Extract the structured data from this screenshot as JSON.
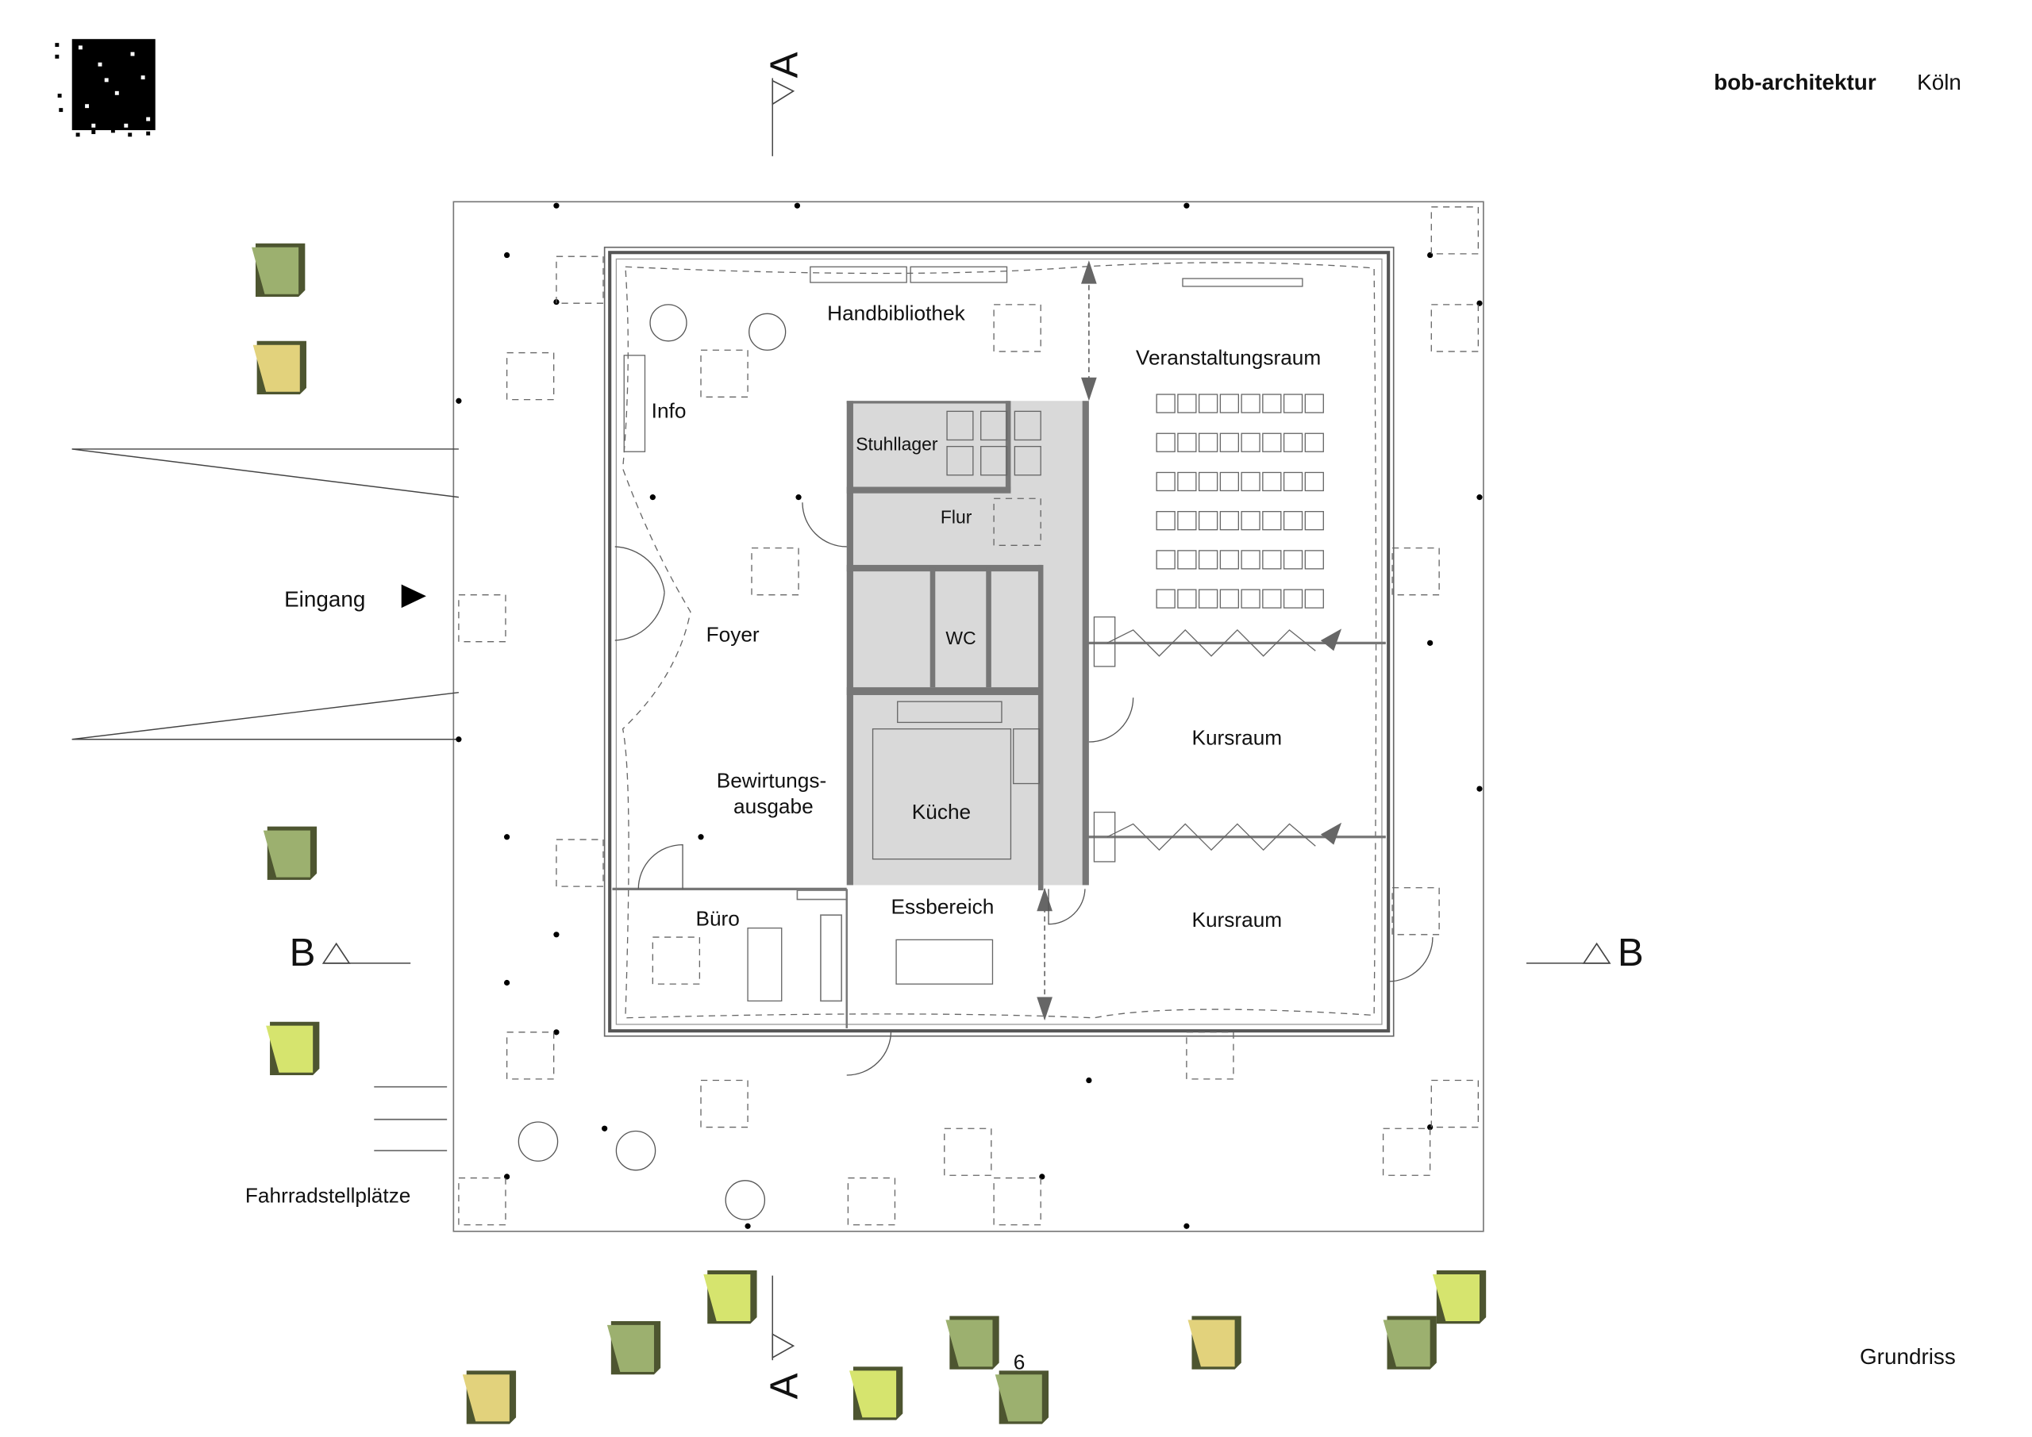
{
  "header": {
    "firm_bold": "bob-architektur",
    "city": "Köln"
  },
  "footer": {
    "sheet_title": "Grundriss",
    "page_number": "6"
  },
  "section_markers": {
    "a_top": "A",
    "a_bottom": "A",
    "b_left": "B",
    "b_right": "B"
  },
  "site": {
    "entrance_label": "Eingang",
    "bike_label": "Fahrradstellplätze"
  },
  "rooms": {
    "library": "Handbibliothek",
    "info": "Info",
    "event_room": "Veranstaltungsraum",
    "chair_storage": "Stuhllager",
    "corridor": "Flur",
    "wc": "WC",
    "foyer": "Foyer",
    "service_line1": "Bewirtungs-",
    "service_line2": "ausgabe",
    "kitchen": "Küche",
    "course_room_1": "Kursraum",
    "course_room_2": "Kursraum",
    "office": "Büro",
    "dining": "Essbereich"
  },
  "colors": {
    "core_fill": "#d9d9d9",
    "wall": "#777777",
    "tree_green": "#9cb06f",
    "tree_yellow": "#e2d27c",
    "tree_lime": "#d6e46e"
  }
}
